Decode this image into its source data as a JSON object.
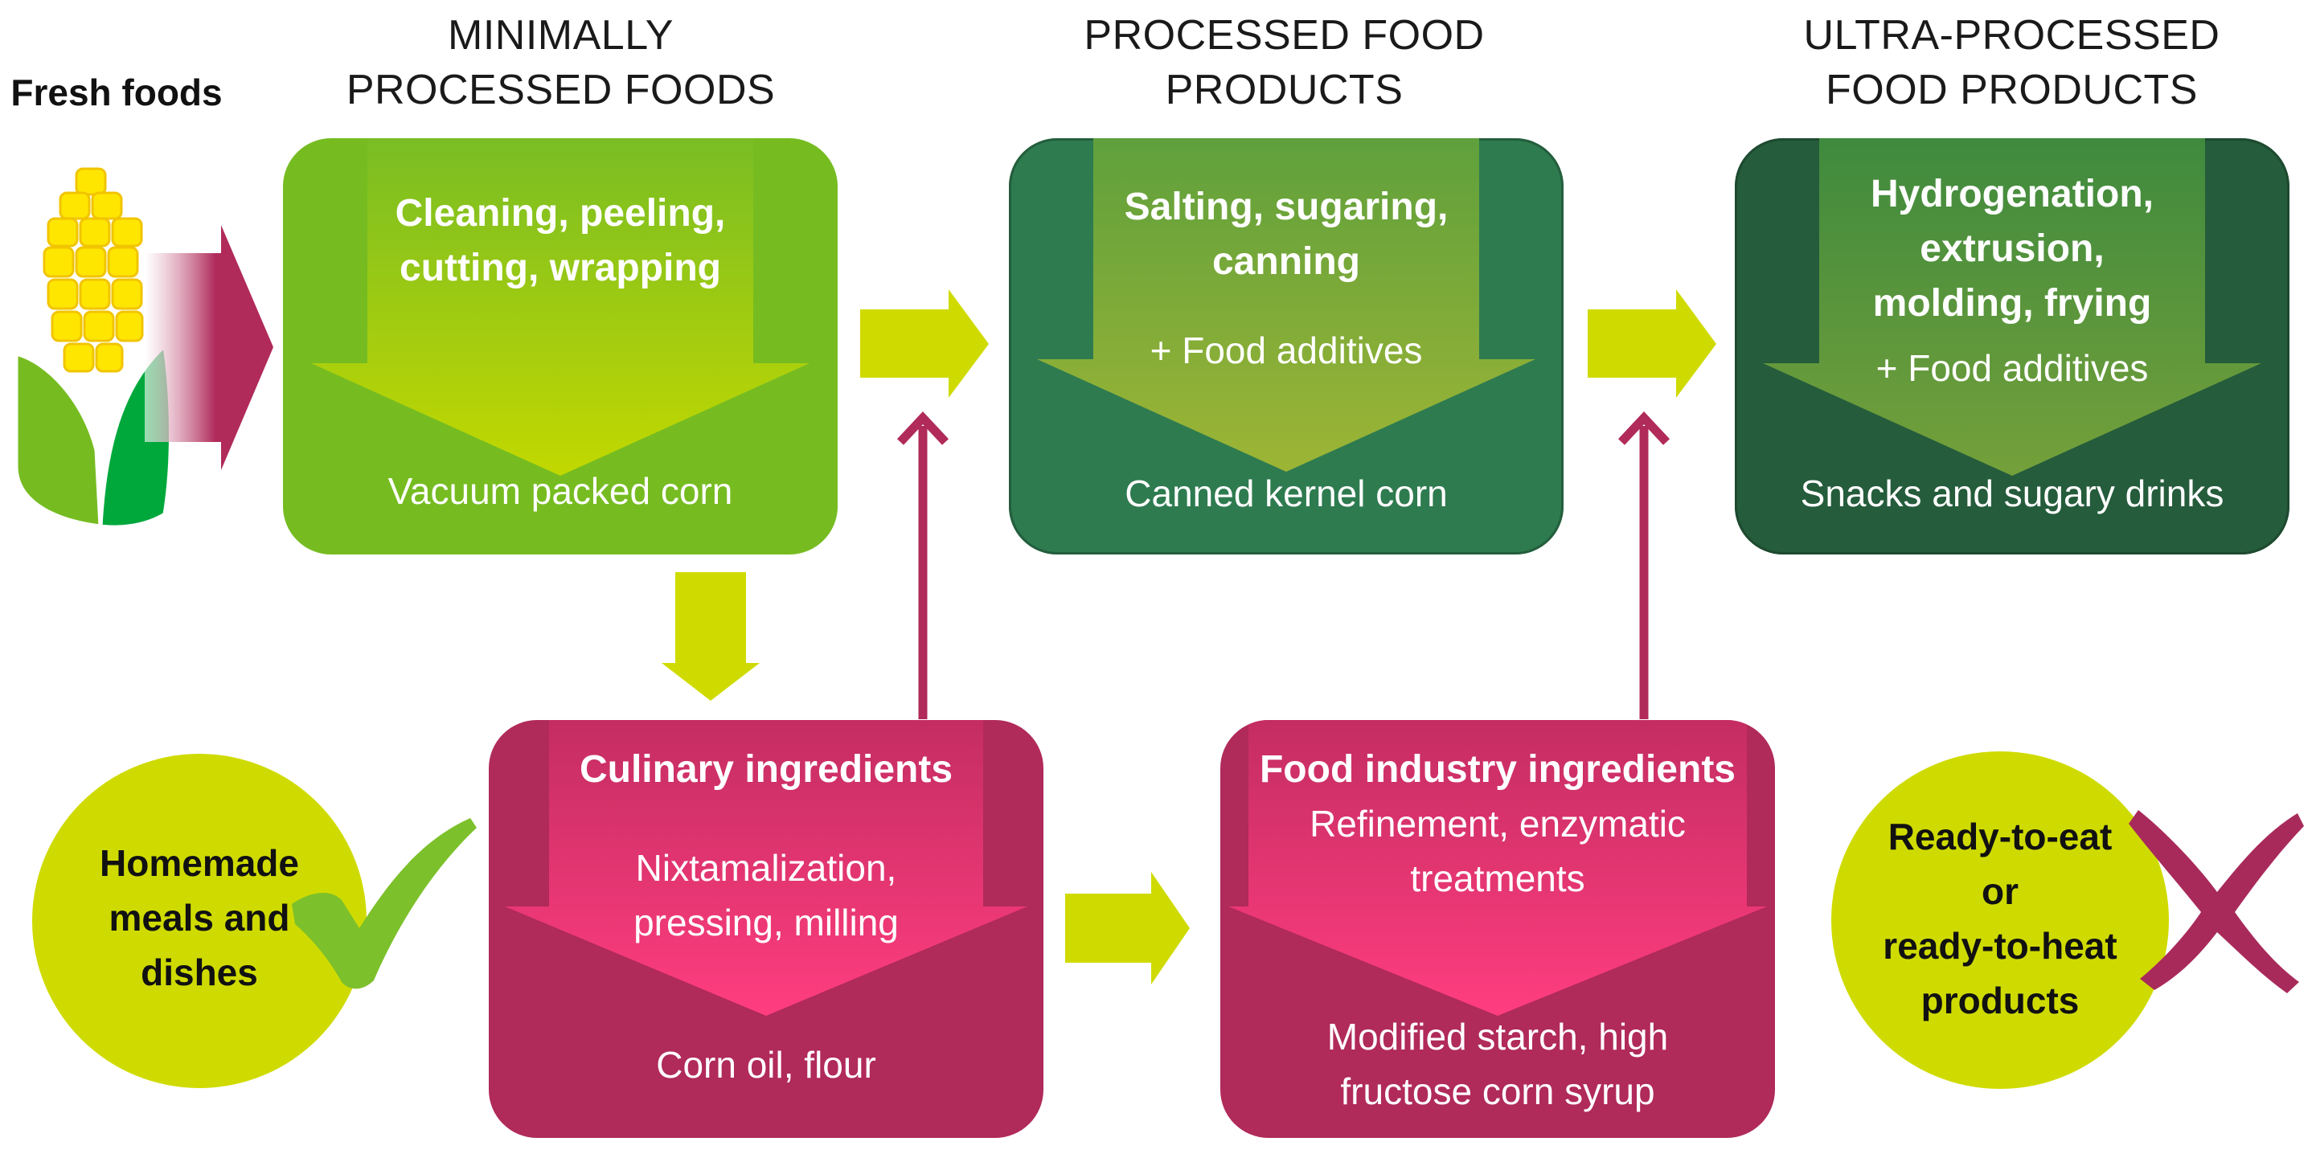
{
  "fresh_foods": {
    "label": "Fresh foods"
  },
  "columns": [
    {
      "heading": [
        "MINIMALLY",
        "PROCESSED FOODS"
      ]
    },
    {
      "heading": [
        "PROCESSED FOOD",
        "PRODUCTS"
      ]
    },
    {
      "heading": [
        "ULTRA-PROCESSED",
        "FOOD PRODUCTS"
      ]
    }
  ],
  "boxes": {
    "minimally": {
      "process": [
        "Cleaning, peeling,",
        "cutting, wrapping"
      ],
      "product": "Vacuum packed corn"
    },
    "processed": {
      "process": [
        "Salting, sugaring,",
        "canning"
      ],
      "additives": "+ Food additives",
      "product": "Canned kernel corn"
    },
    "ultra": {
      "process": [
        "Hydrogenation,",
        "extrusion,",
        "molding, frying"
      ],
      "additives": "+ Food additives",
      "product": "Snacks and sugary drinks"
    },
    "culinary": {
      "title": "Culinary ingredients",
      "process": [
        "Nixtamalization,",
        "pressing, milling"
      ],
      "product": "Corn oil, flour"
    },
    "industry": {
      "title": "Food industry ingredients",
      "process": [
        "Refinement, enzymatic",
        "treatments"
      ],
      "product": [
        "Modified starch, high",
        "fructose corn syrup"
      ]
    }
  },
  "outcomes": {
    "homemade": {
      "lines": [
        "Homemade",
        "meals and",
        "dishes"
      ],
      "mark": "check-icon"
    },
    "ready": {
      "lines": [
        "Ready-to-eat",
        "or",
        "ready-to-heat",
        "products"
      ],
      "mark": "cross-icon"
    }
  },
  "colors": {
    "lime": "#cfdb00",
    "green_light": "#76bc21",
    "green_mid": "#2e7b50",
    "green_dark": "#255c3c",
    "magenta": "#b02a5a",
    "pink": "#ff3d7f",
    "check": "#7cc02b",
    "cross": "#a82a5b"
  }
}
